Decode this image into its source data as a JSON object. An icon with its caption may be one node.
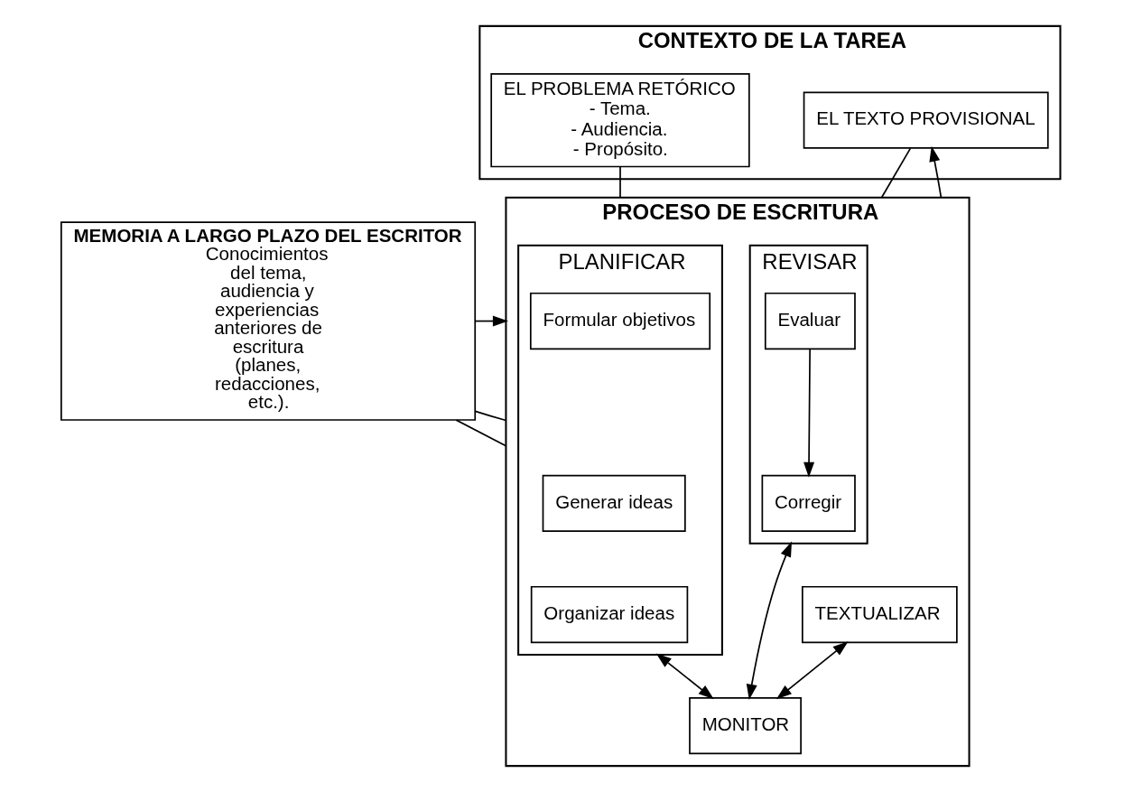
{
  "diagram": {
    "nodes": [
      {
        "text": [
          "MEMORIA A LARGO PLAZO DEL ESCRITOR",
          "Conocimientos del tema, audiencia y experiencias anteriores de escritura (planes, redacciones, etc.)."
        ]
      },
      {
        "text": [
          "CONTEXTO DE LA TAREA"
        ]
      },
      {
        "text": [
          "EL PROBLEMA RETÓRICO",
          "- Tema.",
          "- Audiencia.",
          "- Propósito."
        ],
        "in": 1
      },
      {
        "text": [
          "EL TEXTO PROVISIONAL"
        ],
        "in": 1
      },
      {
        "text": [
          "PROCESO DE ESCRITURA"
        ]
      },
      {
        "text": [
          "PLANIFICAR"
        ],
        "in": 4
      },
      {
        "text": [
          "Formular objetivos"
        ],
        "in": 5
      },
      {
        "text": [
          "Generar ideas"
        ],
        "in": 5
      },
      {
        "text": [
          "Organizar ideas"
        ],
        "in": 5
      },
      {
        "text": [
          "TEXTUALIZAR"
        ],
        "in": 4
      },
      {
        "text": [
          "REVISAR"
        ],
        "in": 4
      },
      {
        "text": [
          "Evaluar"
        ],
        "in": 10
      },
      {
        "text": [
          "Corregir"
        ],
        "in": 10
      },
      {
        "text": [
          "MONITOR"
        ],
        "in": 4
      }
    ],
    "edges": [
      {
        "from": 0,
        "to": 4,
        "arrow": "to"
      },
      {
        "from": 0,
        "to": 4,
        "arrow": "none"
      },
      {
        "from": 0,
        "to": 4,
        "arrow": "none"
      },
      {
        "from": 2,
        "to": 4,
        "arrow": "none"
      },
      {
        "from": 4,
        "to": 3,
        "arrow": "to"
      },
      {
        "from": 3,
        "to": 4,
        "arrow": "none"
      },
      {
        "from": 11,
        "to": 12,
        "arrow": "to"
      },
      {
        "from": 5,
        "to": 13,
        "arrow": "both"
      },
      {
        "from": 9,
        "to": 13,
        "arrow": "both"
      },
      {
        "from": 10,
        "to": 13,
        "arrow": "both"
      }
    ]
  }
}
